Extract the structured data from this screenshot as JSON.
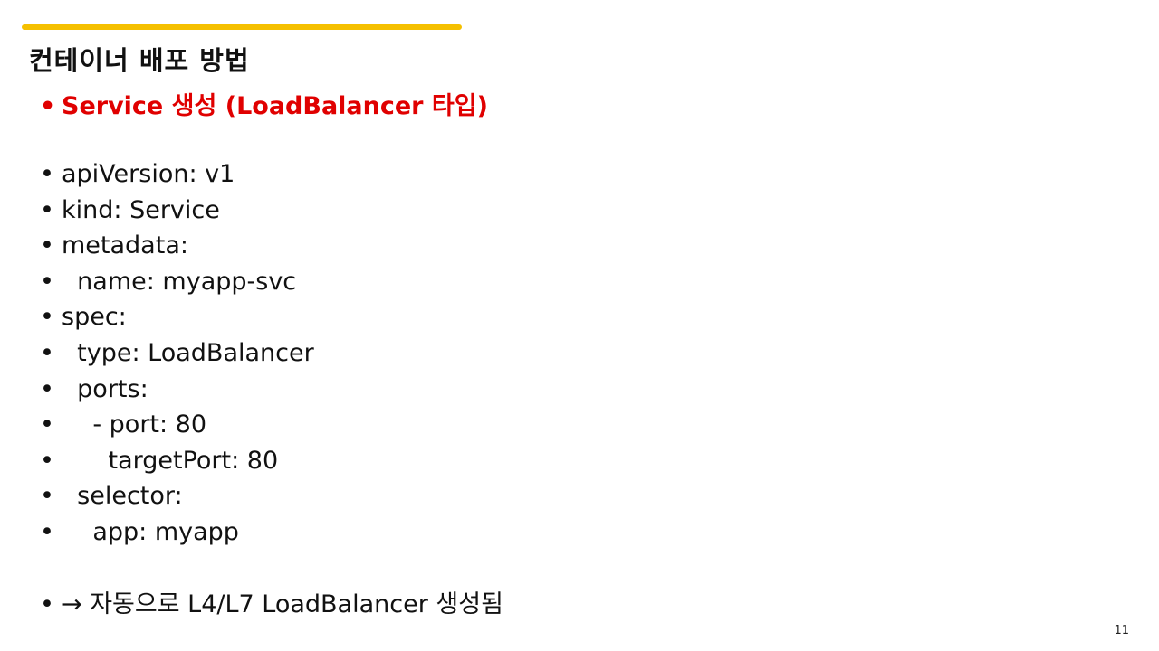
{
  "slide": {
    "accent_color": "#f5c000",
    "title": "컨테이너 배포 방법",
    "subtitle": "Service 생성 (LoadBalancer 타입)",
    "subtitle_color": "#e00000",
    "bullet_glyph": "•",
    "yaml_lines": [
      "apiVersion: v1",
      "kind: Service",
      "metadata:",
      "  name: myapp-svc",
      "spec:",
      "  type: LoadBalancer",
      "  ports:",
      "    - port: 80",
      "      targetPort: 80",
      "  selector:",
      "    app: myapp"
    ],
    "conclusion": "→ 자동으로 L4/L7 LoadBalancer 생성됨",
    "page_number": "11"
  }
}
